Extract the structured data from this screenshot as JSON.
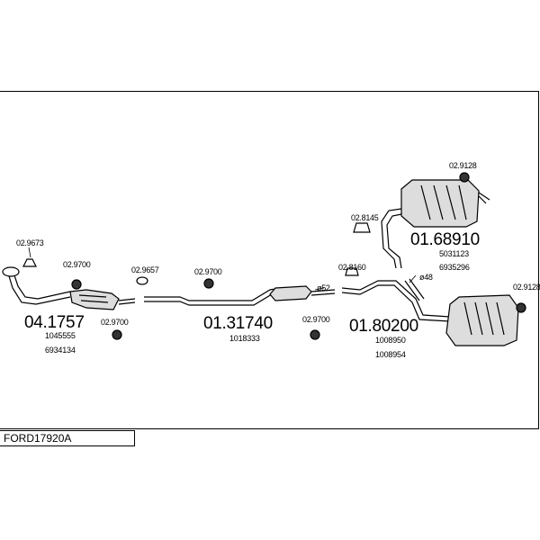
{
  "diagram_code": "FORD17920A",
  "part_labels": {
    "clamp_a": "02.9673",
    "ring_a": "02.9700",
    "hanger_a": "02.9657",
    "ring_b": "02.9700",
    "ring_c": "02.9700",
    "ring_d": "02.9700",
    "clamp_b": "02.8160",
    "clamp_c": "02.8145",
    "ring_e": "02.9128",
    "ring_f": "02.9128",
    "pipe_dia_a": "ø52",
    "pipe_dia_b": "ø48"
  },
  "assemblies": {
    "catalyst": {
      "number": "04.1757",
      "oem": [
        "1045555",
        "6934134"
      ]
    },
    "front_pipe": {
      "number": "01.31740",
      "oem": [
        "1018333"
      ]
    },
    "middle": {
      "number": "01.80200",
      "oem": [
        "1008950",
        "1008954"
      ]
    },
    "rear_upper": {
      "number": "01.68910",
      "oem": [
        "5031123",
        "6935296"
      ]
    }
  }
}
